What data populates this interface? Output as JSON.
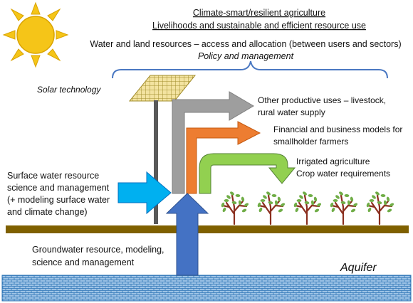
{
  "header": {
    "line1": "Climate-smart/resilient agriculture",
    "line2": "Livelihoods and sustainable and efficient resource use",
    "line3": "Water and land resources – access and allocation (between users and sectors)",
    "line4": "Policy and management"
  },
  "labels": {
    "solar": "Solar technology",
    "other_uses_1": "Other productive uses – livestock,",
    "other_uses_2": "rural water supply",
    "finance_1": "Financial and business models for",
    "finance_2": "smallholder farmers",
    "irrigated_1": "Irrigated agriculture",
    "irrigated_2": "Crop water requirements",
    "surface_1": "Surface water resource",
    "surface_2": "science and management",
    "surface_3": "(+ modeling surface water",
    "surface_4": "and climate change)",
    "ground_1": "Groundwater resource, modeling,",
    "ground_2": "science and management",
    "aquifer": "Aquifer"
  },
  "icons": {
    "sun": "sun-icon",
    "solar_panel": "solar-panel-icon",
    "tree": "tree-icon"
  },
  "colors": {
    "sun": "#f5c518",
    "sun_outline": "#d9a300",
    "brace": "#4a78c2",
    "grey_arrow": "#9e9e9e",
    "orange_arrow": "#ed7d31",
    "green_arrow": "#92d050",
    "surface_arrow": "#00b0f0",
    "ground_arrow": "#4472c4",
    "soil": "#7f6000",
    "aquifer": "#9dc3e6",
    "tree_trunk": "#8b2f1f",
    "tree_leaf": "#70ad47"
  },
  "tree_count": 5
}
